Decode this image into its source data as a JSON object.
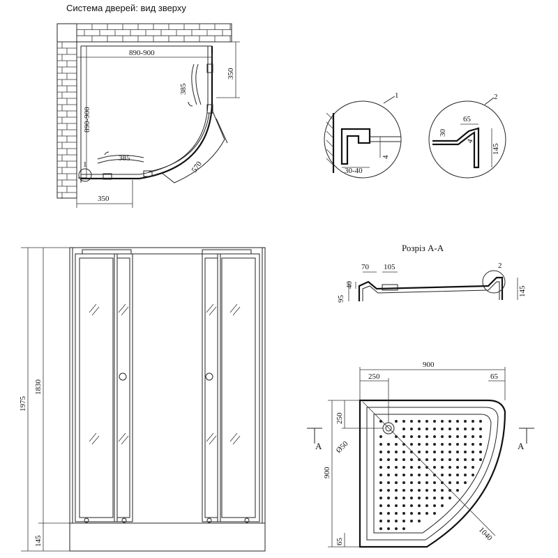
{
  "top_view": {
    "title": "Система дверей: вид зверху",
    "dim_width": "890-900",
    "dim_height": "890-900",
    "dim_right": "350",
    "dim_bottom": "350",
    "radius_top": "385",
    "radius_bottom": "385",
    "radius_outer": "570",
    "callout": "1"
  },
  "detail1": {
    "label": "1",
    "dim_gap": "30-40",
    "dim_h": "4"
  },
  "detail2": {
    "label": "2",
    "dim_w": "65",
    "dim_h": "145",
    "dim_30": "30",
    "dim_4": "4"
  },
  "front_view": {
    "dim_total": "1975",
    "dim_glass": "1830",
    "dim_tray": "145"
  },
  "section_aa": {
    "title": "Розріз А-А",
    "dim_70": "70",
    "dim_105": "105",
    "dim_40": "40",
    "dim_95": "95",
    "dim_145": "145",
    "callout": "2"
  },
  "tray_plan": {
    "dim_900_top": "900",
    "dim_250_top": "250",
    "dim_65_top": "65",
    "dim_250_left": "250",
    "dim_drain": "Ø50",
    "dim_900_left": "900",
    "dim_65_left": "65",
    "dim_diag": "1040",
    "section_left": "A",
    "section_right": "A"
  }
}
